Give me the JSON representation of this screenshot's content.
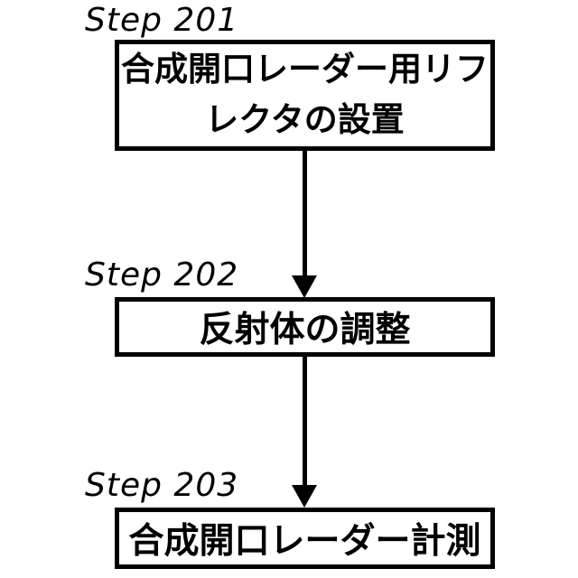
{
  "figure": {
    "type": "flowchart",
    "background_color": "#ffffff",
    "line_color": "#000000",
    "steps": [
      {
        "label": "Step 201",
        "box_text": "合成開口レーダー用リフレクタの設置",
        "box_lines": [
          "合成開口レーダー用リフ",
          "レクタの設置"
        ]
      },
      {
        "label": "Step 202",
        "box_text": "反射体の調整",
        "box_lines": [
          "反射体の調整"
        ]
      },
      {
        "label": "Step 203",
        "box_text": "合成開口レーダー計測",
        "box_lines": [
          "合成開口レーダー計測"
        ]
      }
    ],
    "arrows": [
      {
        "from": "Step 201",
        "to": "Step 202",
        "direction": "down"
      },
      {
        "from": "Step 202",
        "to": "Step 203",
        "direction": "down"
      }
    ]
  }
}
